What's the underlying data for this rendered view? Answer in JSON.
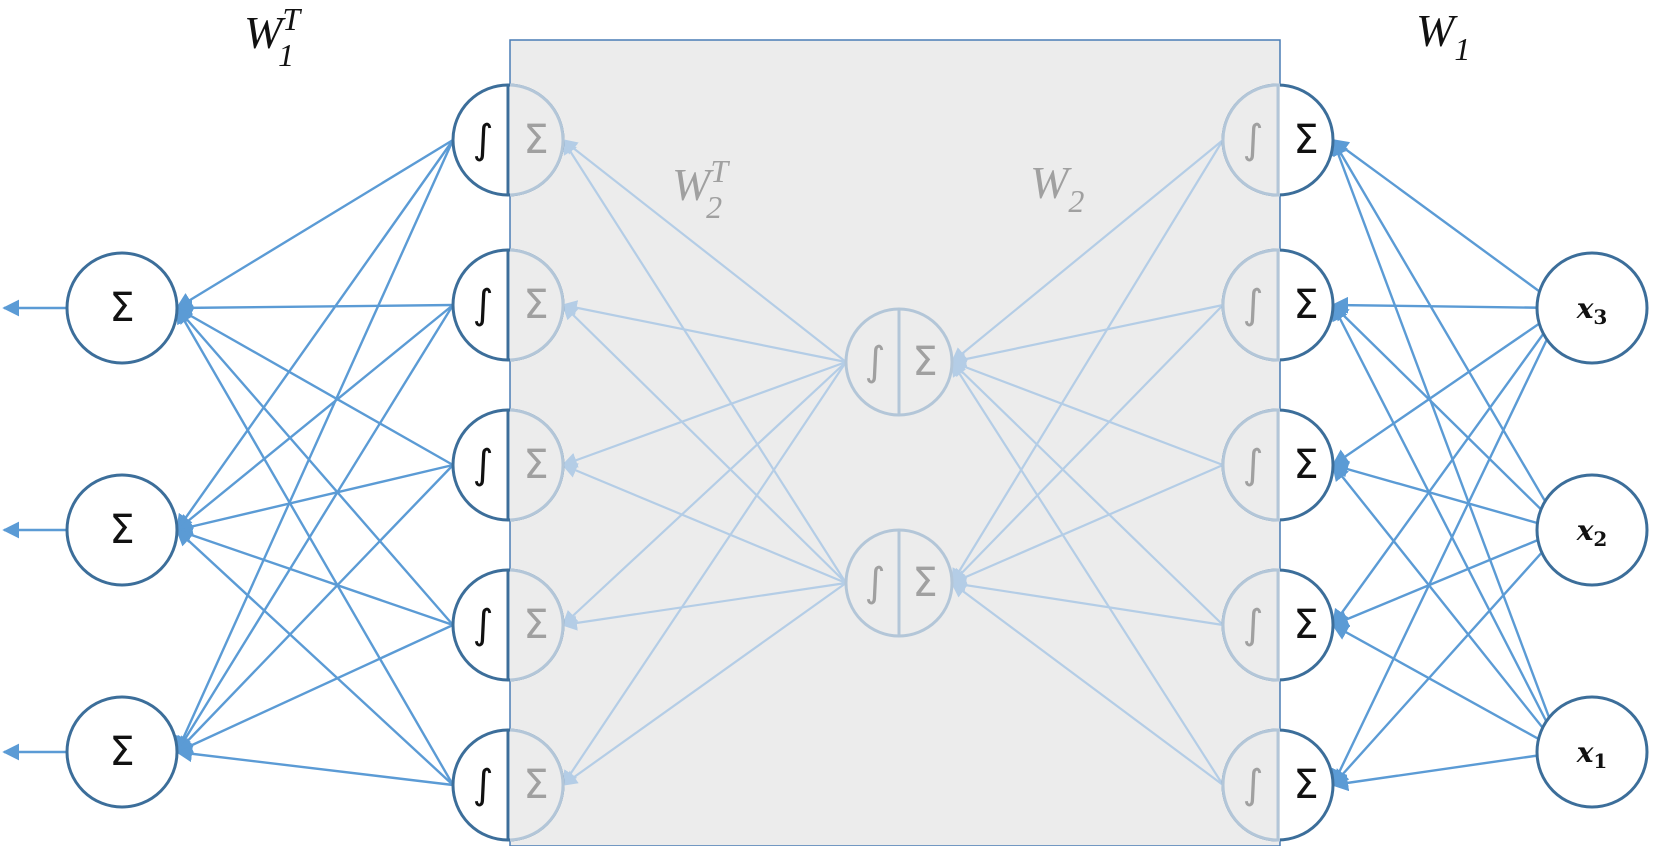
{
  "labels": {
    "w1t": {
      "base": "W",
      "sub": "1",
      "sup": "T"
    },
    "w2t": {
      "base": "W",
      "sub": "2",
      "sup": "T"
    },
    "w2": {
      "base": "W",
      "sub": "2"
    },
    "w1": {
      "base": "W",
      "sub": "1"
    }
  },
  "symbols": {
    "sum": "Σ",
    "integral": "∫"
  },
  "inputs": [
    {
      "base": "x",
      "sub": "3"
    },
    {
      "base": "x",
      "sub": "2"
    },
    {
      "base": "x",
      "sub": "1"
    }
  ],
  "colors": {
    "edge_strong": "#5b9bd5",
    "edge_faded": "#b4cde6",
    "node_strong_stroke": "#3c6e9a",
    "node_faded_stroke": "#b3c6d8",
    "panel_fill": "#ececec",
    "panel_stroke": "#4a7db5",
    "text_strong": "#111111",
    "text_faded": "#a0a0a0"
  }
}
